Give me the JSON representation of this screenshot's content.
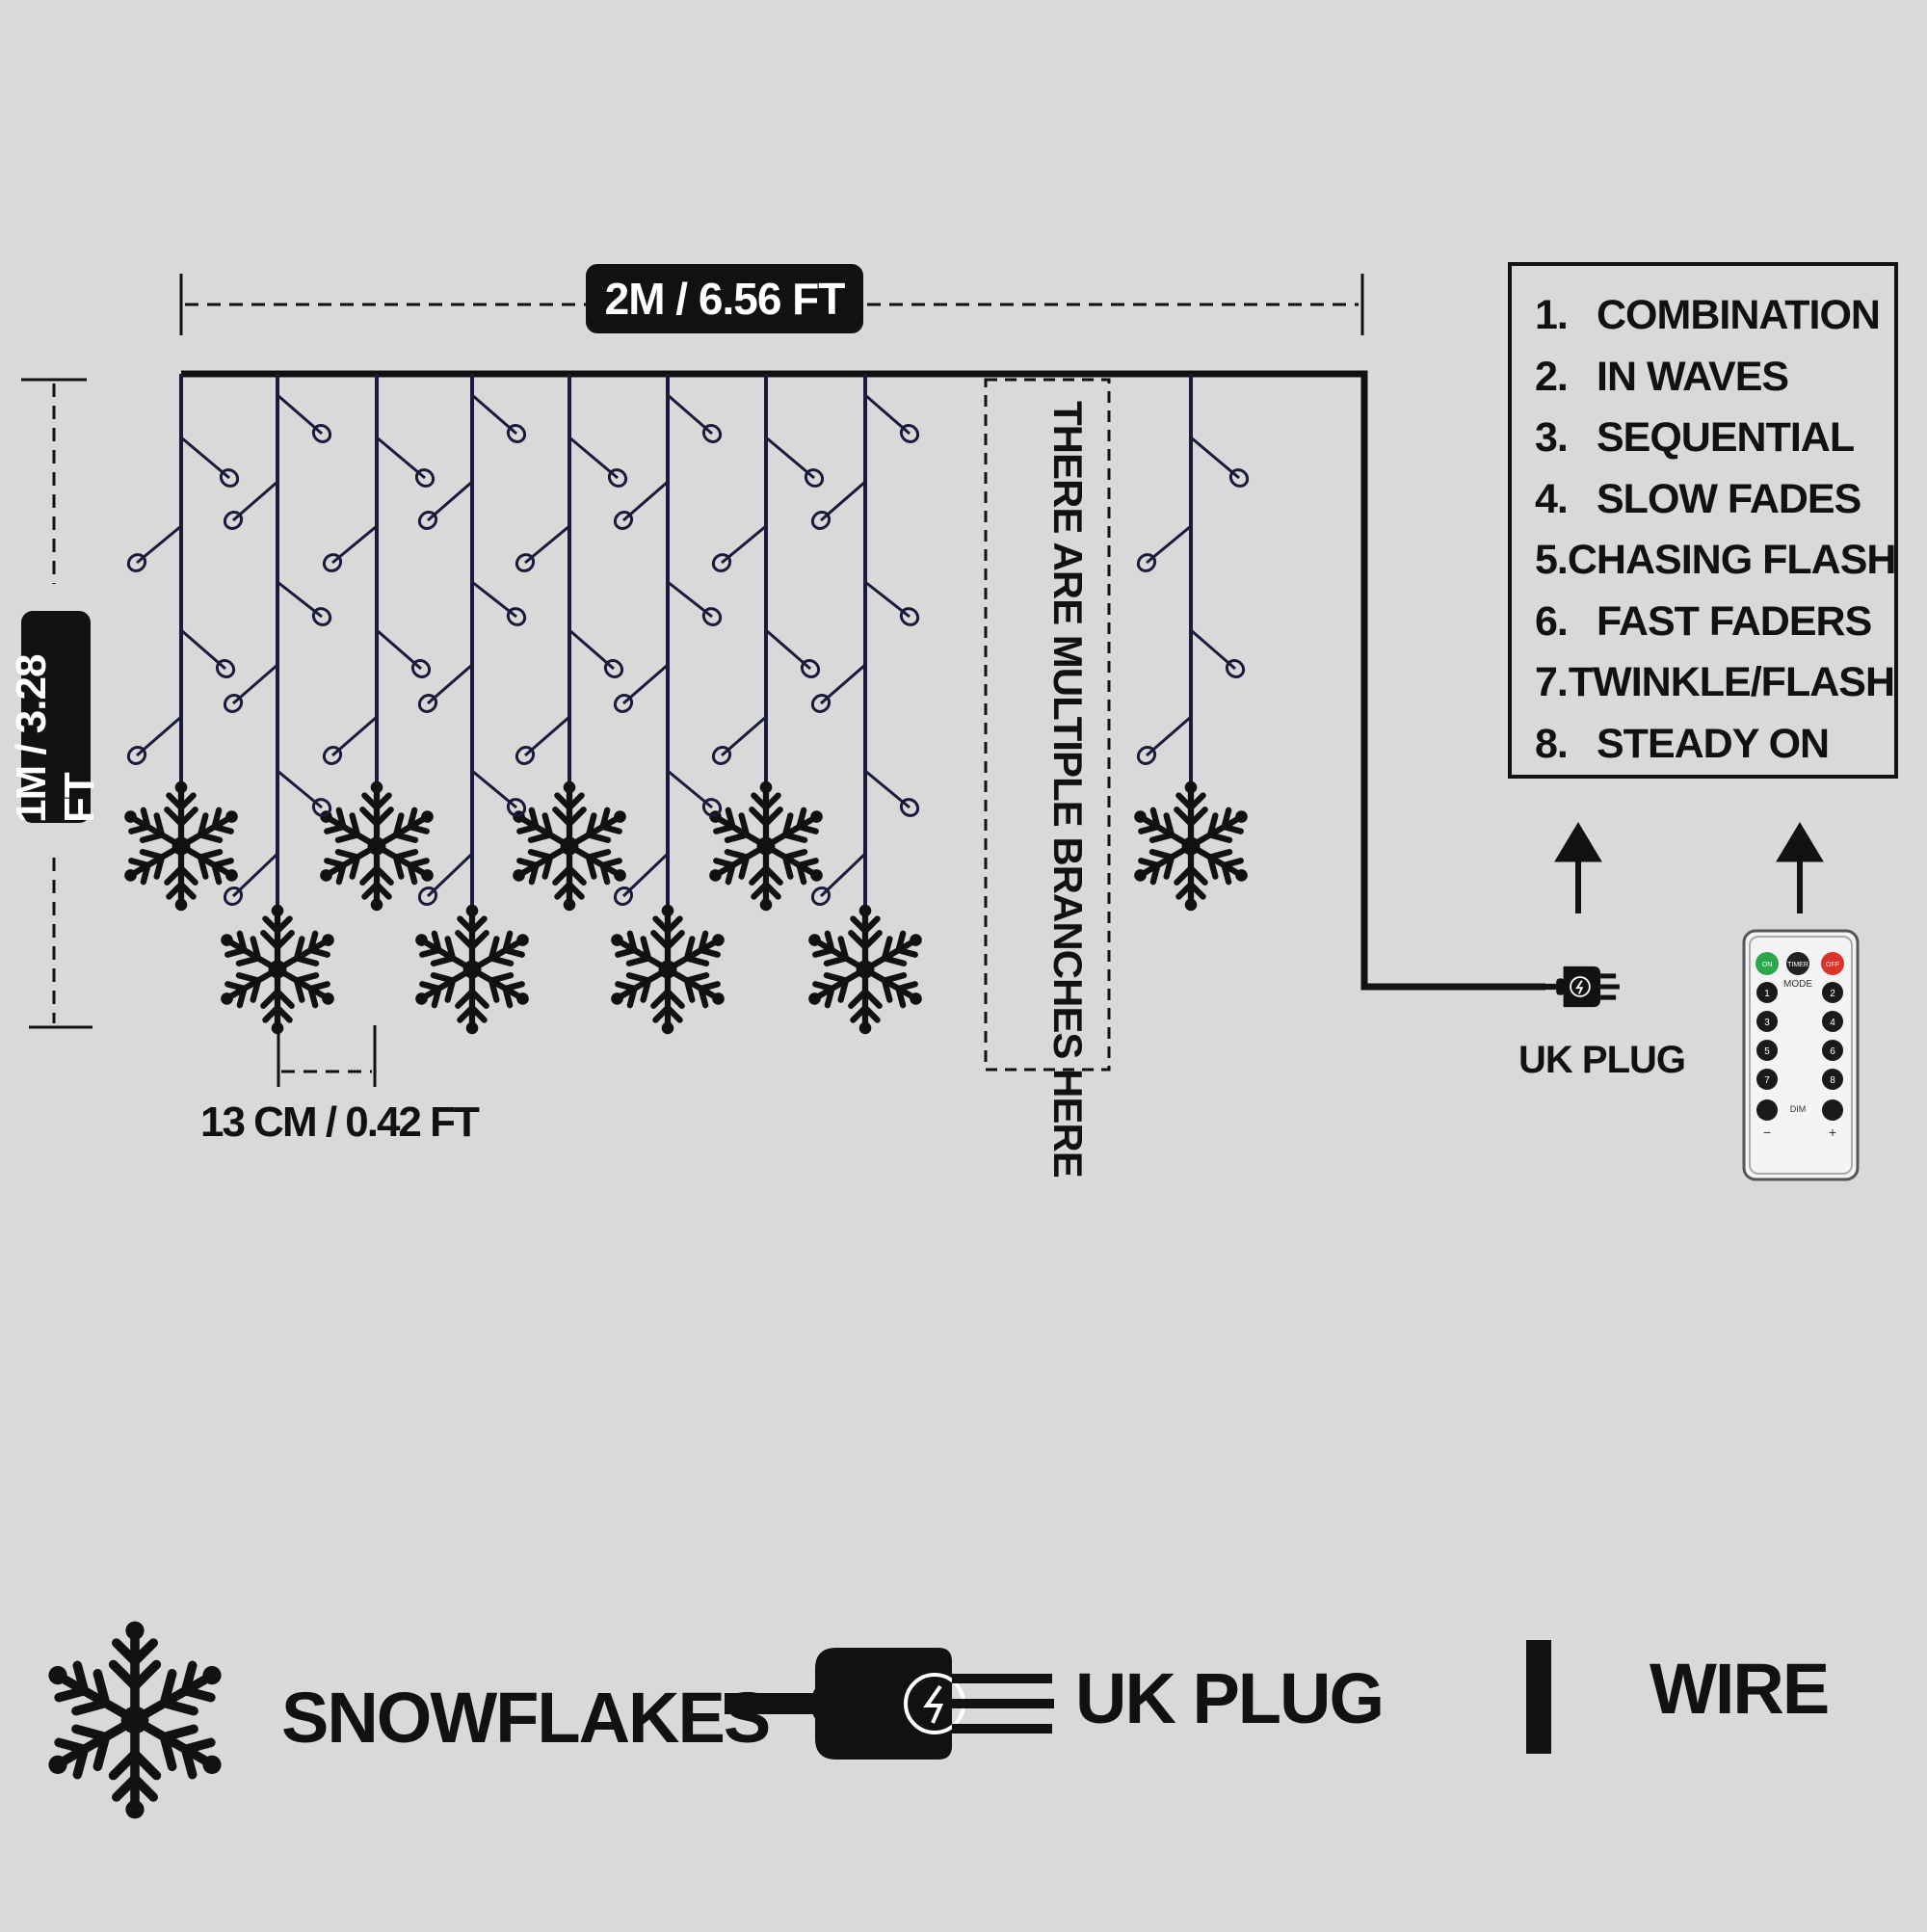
{
  "dimensions": {
    "width_label": "2M / 6.56 FT",
    "height_label": "1M / 3.28 FT",
    "spacing_label": "13 CM / 0.42 FT"
  },
  "branches_note": "THERE ARE MULTIPLE BRANCHES HERE",
  "modes": [
    {
      "num": "1.",
      "label": "COMBINATION"
    },
    {
      "num": "2.",
      "label": "IN WAVES"
    },
    {
      "num": "3.",
      "label": "SEQUENTIAL"
    },
    {
      "num": "4.",
      "label": "SLOW FADES"
    },
    {
      "num": "5.",
      "label": "CHASING FLASH"
    },
    {
      "num": "6.",
      "label": "FAST FADERS"
    },
    {
      "num": "7.",
      "label": "TWINKLE/FLASH"
    },
    {
      "num": "8.",
      "label": "STEADY ON"
    }
  ],
  "plug_label": "UK PLUG",
  "remote": {
    "top_buttons": [
      "ON",
      "TIMER",
      "OFF"
    ],
    "mode_label": "MODE",
    "dim_label": "DIM",
    "minus": "−",
    "plus": "+",
    "numbers": [
      "1",
      "2",
      "3",
      "4",
      "5",
      "6",
      "7",
      "8"
    ],
    "colors": {
      "on": "#2aa84a",
      "timer": "#222222",
      "off": "#d9342b"
    }
  },
  "legend": {
    "snowflakes": "SNOWFLAKES",
    "uk_plug": "UK PLUG",
    "wire": "WIRE"
  },
  "colors": {
    "background": "#d9d9d9",
    "wire": "#1a1a3a",
    "ink": "#111111"
  },
  "icons": {
    "snowflake": "snowflake-icon",
    "plug": "uk-plug-icon",
    "arrow": "arrow-up-icon",
    "remote": "remote-control-icon",
    "bulb": "bulb-icon"
  }
}
